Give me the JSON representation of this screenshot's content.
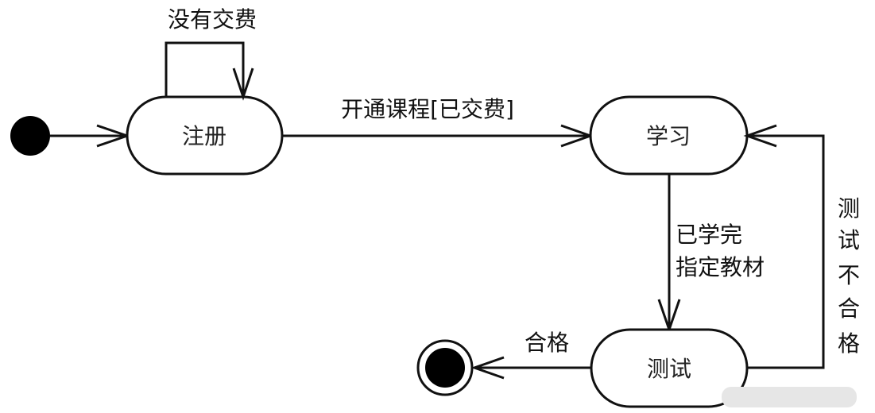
{
  "diagram": {
    "type": "uml-state-diagram",
    "states": [
      {
        "id": "register",
        "label": "注册"
      },
      {
        "id": "study",
        "label": "学习"
      },
      {
        "id": "test",
        "label": "测试"
      }
    ],
    "initial_state": {
      "target": "register"
    },
    "final_state": {
      "source": "test"
    },
    "transitions": [
      {
        "from": "initial",
        "to": "register",
        "label": ""
      },
      {
        "from": "register",
        "to": "register",
        "label": "没有交费"
      },
      {
        "from": "register",
        "to": "study",
        "label": "开通课程[已交费]"
      },
      {
        "from": "study",
        "to": "test",
        "label_lines": [
          "已学完",
          "指定教材"
        ]
      },
      {
        "from": "test",
        "to": "study",
        "label_vertical": [
          "测",
          "试",
          "不",
          "合",
          "格"
        ]
      },
      {
        "from": "test",
        "to": "final",
        "label": "合格"
      }
    ]
  }
}
